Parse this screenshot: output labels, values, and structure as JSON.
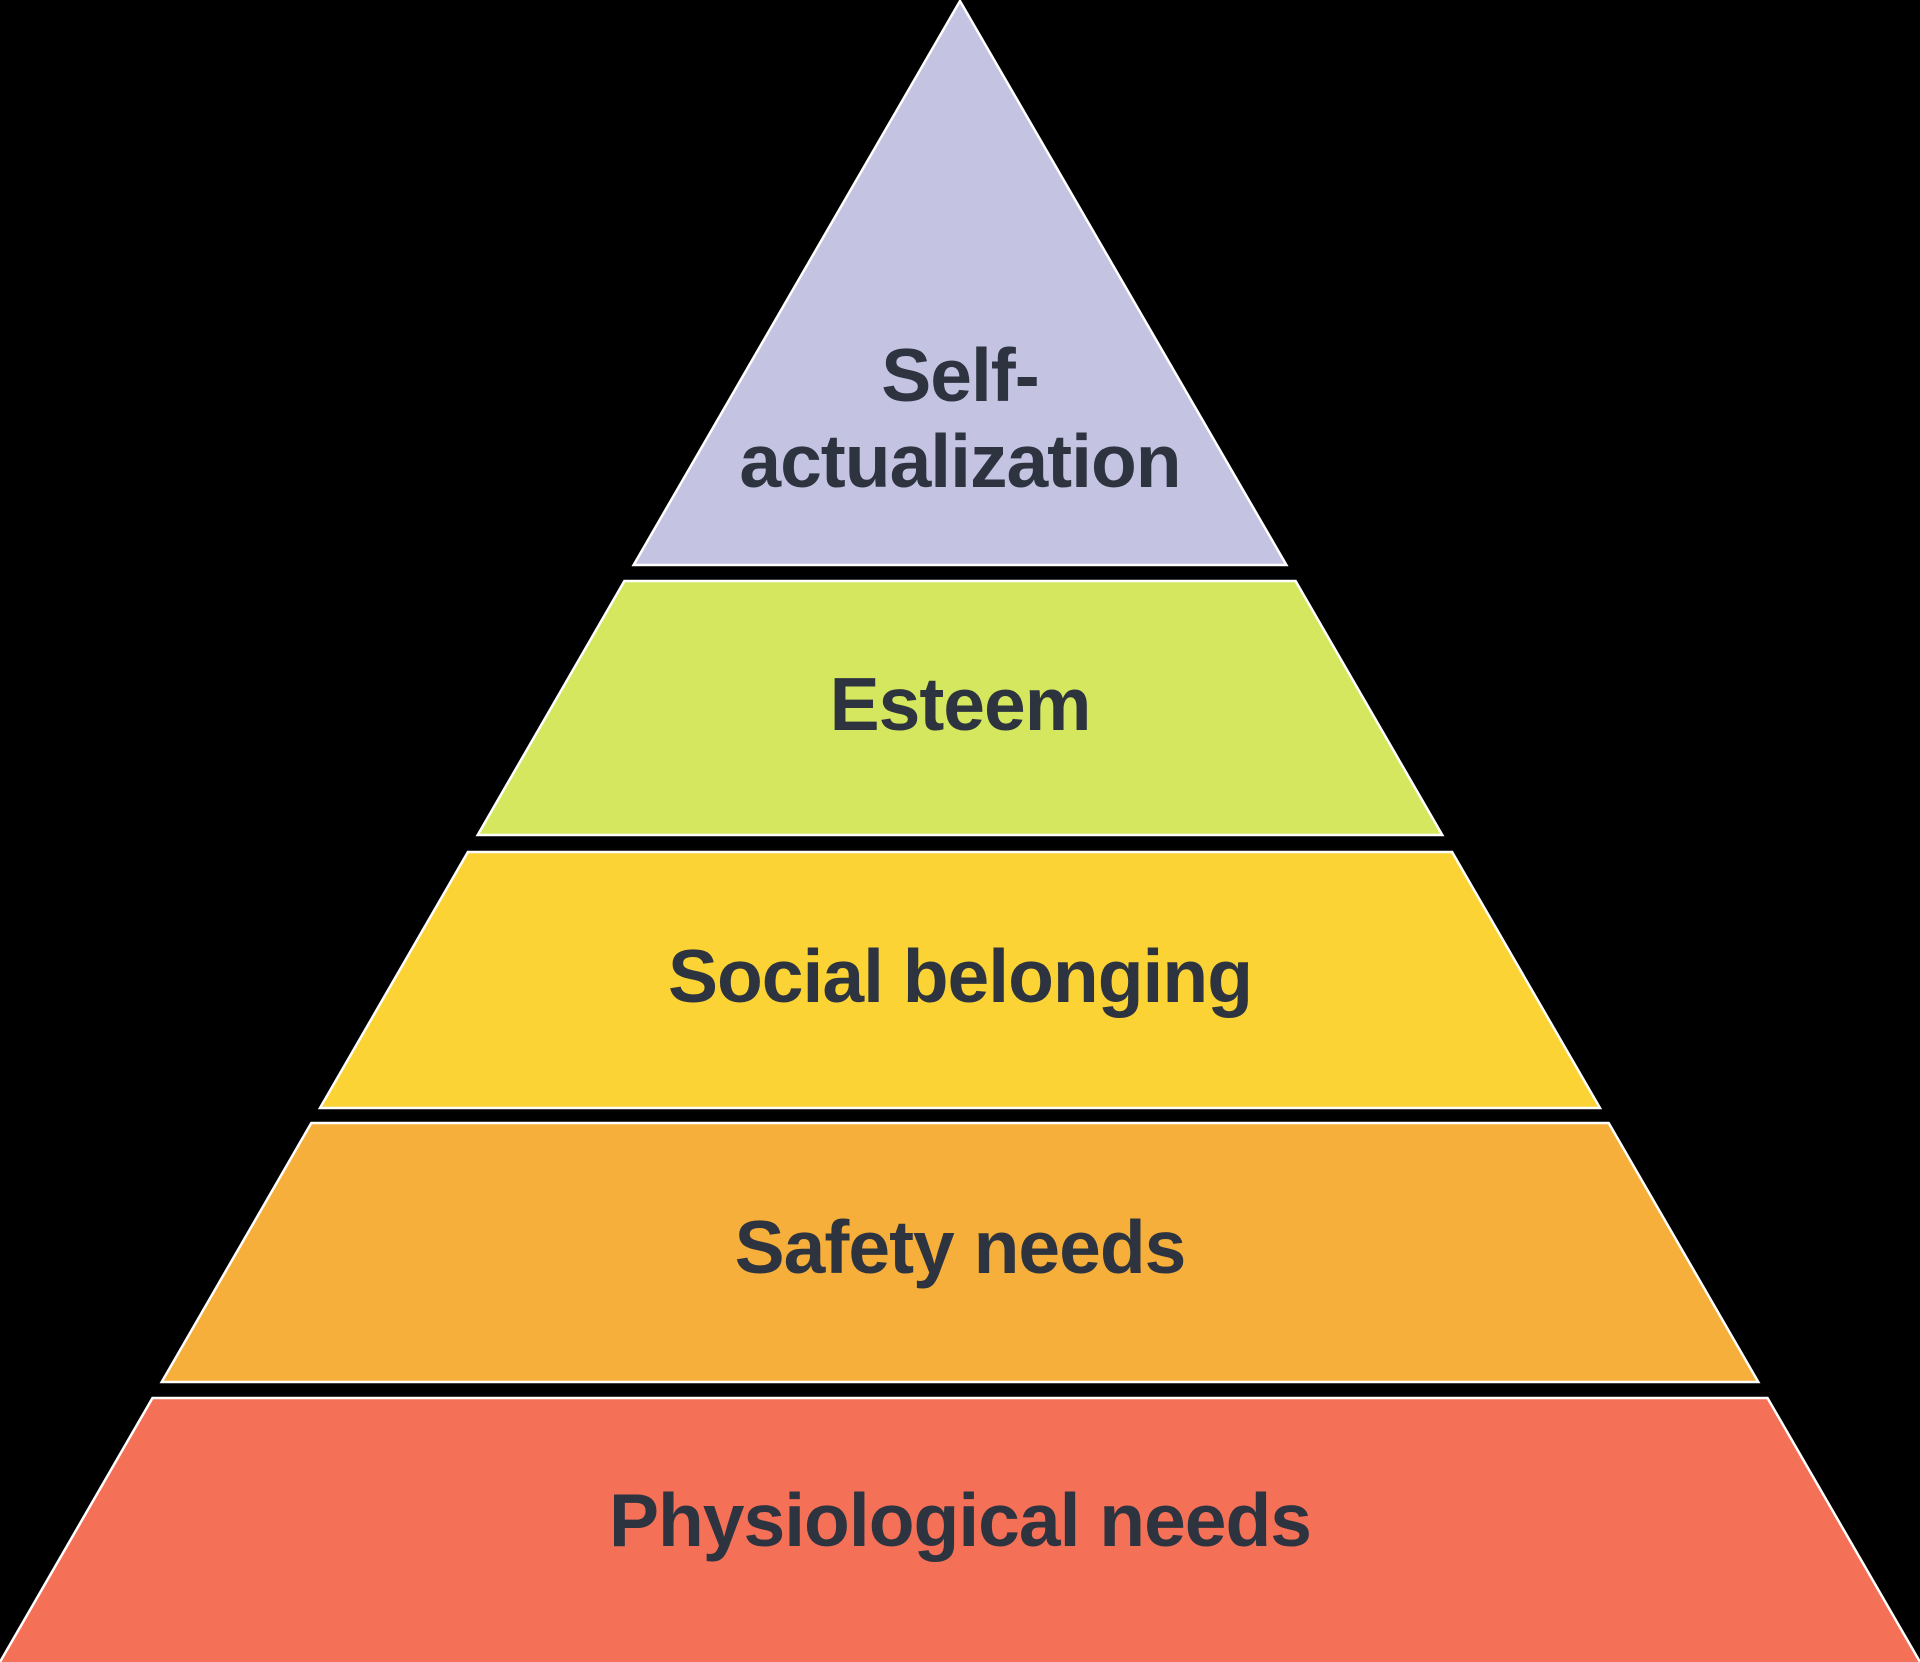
{
  "diagram": {
    "type": "pyramid-hierarchy",
    "background_color": "#000000",
    "outline_color": "#ffffff",
    "text_color": "#2d3440",
    "levels": [
      {
        "rank": 1,
        "label": "Self-actualization",
        "lines": [
          "Self-",
          "actualization"
        ],
        "color": "#c4c3e2"
      },
      {
        "rank": 2,
        "label": "Esteem",
        "lines": [
          "Esteem"
        ],
        "color": "#d4e75e"
      },
      {
        "rank": 3,
        "label": "Social belonging",
        "lines": [
          "Social belonging"
        ],
        "color": "#fbd335"
      },
      {
        "rank": 4,
        "label": "Safety needs",
        "lines": [
          "Safety needs"
        ],
        "color": "#f7af3b"
      },
      {
        "rank": 5,
        "label": "Physiological needs",
        "lines": [
          "Physiological needs"
        ],
        "color": "#f47157"
      }
    ]
  }
}
